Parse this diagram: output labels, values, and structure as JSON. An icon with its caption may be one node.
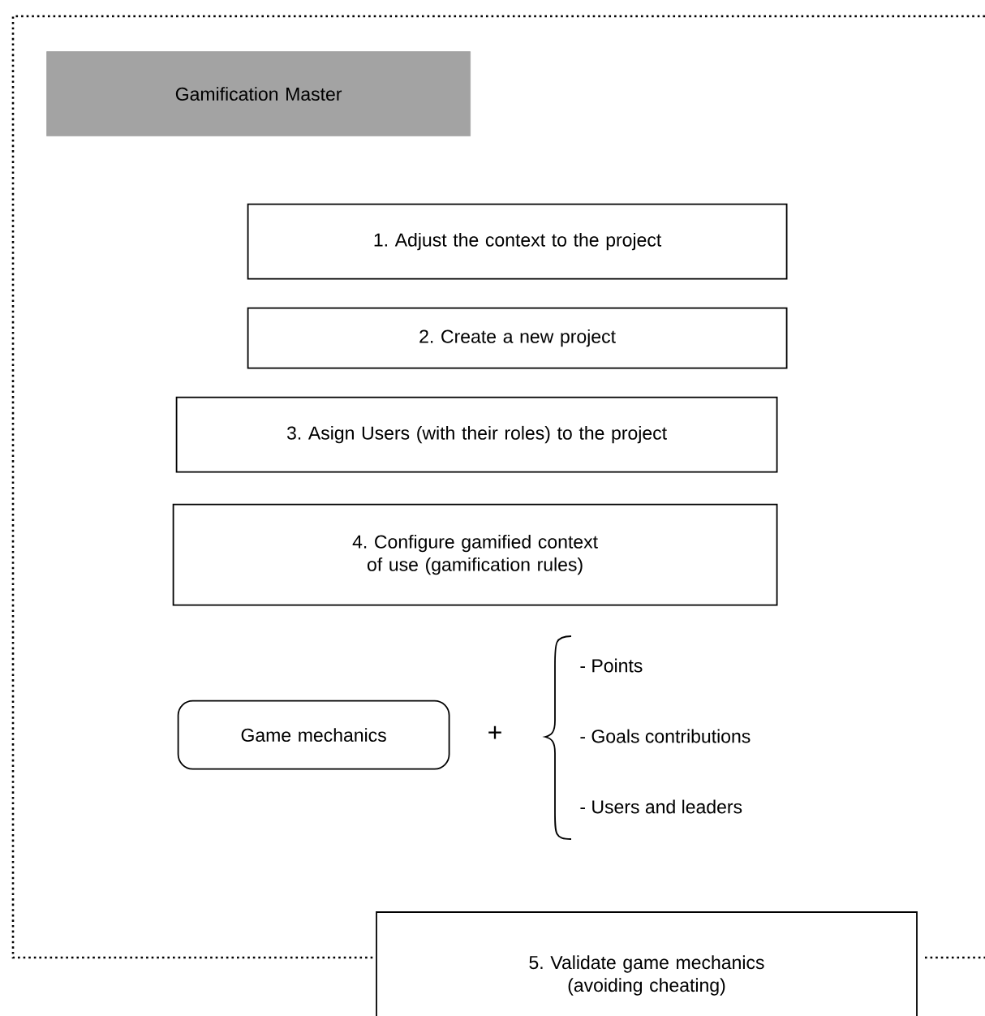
{
  "diagram": {
    "nodes": [
      {
        "text": [],
        "shape": "box"
      },
      {
        "text": [
          "Gamification Master"
        ],
        "in": 0
      },
      {
        "text": [
          "1. Adjust the context to the project"
        ],
        "in": 0
      },
      {
        "text": [
          "2. Create a new project"
        ],
        "in": 0
      },
      {
        "text": [
          "3. Asign Users (with their roles) to the project"
        ],
        "in": 0
      },
      {
        "text": [
          "4. Configure gamified context of use (gamification rules)"
        ],
        "in": 0
      },
      {
        "text": [
          "Game mechanics"
        ],
        "in": 0
      },
      {
        "text": [
          "5. Validate game mechanics (avoiding cheating)"
        ]
      }
    ],
    "labels": [
      "+",
      "- Points",
      "- Goals contributions",
      "- Users and leaders"
    ]
  }
}
